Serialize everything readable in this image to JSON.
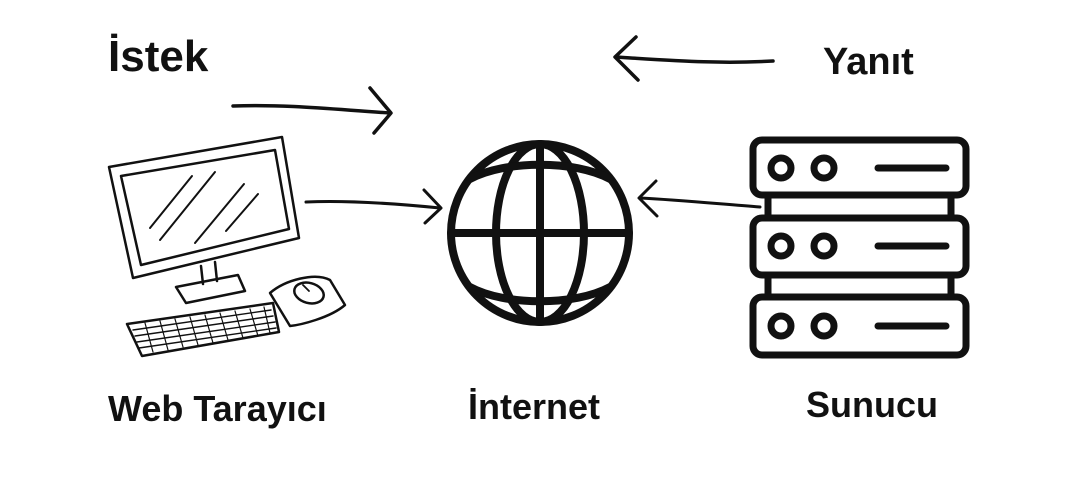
{
  "labels": {
    "request": "İstek",
    "response": "Yanıt",
    "browser": "Web Tarayıcı",
    "internet": "İnternet",
    "server": "Sunucu"
  },
  "icons": {
    "browser": "desktop-computer-icon",
    "internet": "globe-icon",
    "server": "server-rack-icon"
  },
  "colors": {
    "stroke": "#111111",
    "background": "#ffffff"
  }
}
